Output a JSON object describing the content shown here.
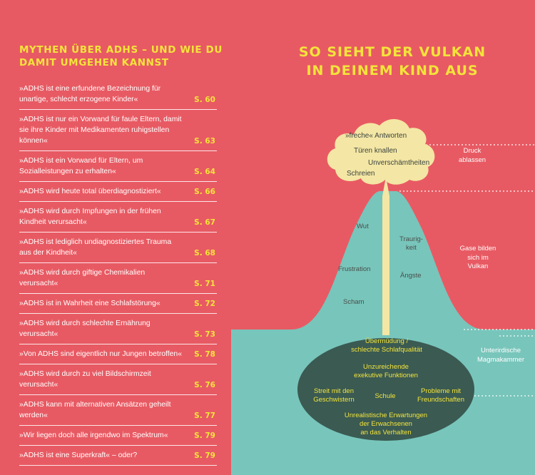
{
  "left": {
    "title_line1": "MYTHEN ÜBER ADHS – UND WIE DU",
    "title_line2": "DAMIT UMGEHEN KANNST",
    "myths": [
      {
        "text": "»ADHS ist eine erfundene Bezeichnung für unartige, schlecht erzogene Kinder«",
        "page": "S. 60"
      },
      {
        "text": "»ADHS ist nur ein Vorwand für faule Eltern, damit sie ihre Kinder mit Medikamenten ruhigstellen können«",
        "page": "S. 63"
      },
      {
        "text": "»ADHS ist ein Vorwand für Eltern, um Sozialleistungen zu erhalten«",
        "page": "S. 64"
      },
      {
        "text": "»ADHS wird heute total überdiagnostiziert«",
        "page": "S. 66"
      },
      {
        "text": "»ADHS wird durch Impfungen in der frühen Kindheit verursacht«",
        "page": "S. 67"
      },
      {
        "text": "»ADHS ist lediglich undiagnostiziertes Trauma aus der Kindheit«",
        "page": "S. 68"
      },
      {
        "text": "»ADHS wird durch giftige Chemikalien verursacht«",
        "page": "S. 71"
      },
      {
        "text": "»ADHS ist in Wahrheit eine Schlafstörung«",
        "page": "S. 72"
      },
      {
        "text": "»ADHS wird durch schlechte Ernährung verursacht«",
        "page": "S. 73"
      },
      {
        "text": "»Von ADHS sind eigentlich nur Jungen betroffen«",
        "page": "S. 78"
      },
      {
        "text": "»ADHS wird durch zu viel Bildschirmzeit verursacht«",
        "page": "S. 76"
      },
      {
        "text": "»ADHS kann mit alternativen Ansätzen geheilt werden«",
        "page": "S. 77"
      },
      {
        "text": "»Wir liegen doch alle irgendwo im Spektrum«",
        "page": "S. 79"
      },
      {
        "text": "»ADHS ist eine Superkraft« – oder?",
        "page": "S. 79"
      }
    ]
  },
  "right": {
    "title_line1": "SO SIEHT DER VULKAN",
    "title_line2": "IN DEINEM KIND AUS",
    "cloud": [
      "»freche« Antworten",
      "Türen knallen",
      "Unverschämtheiten",
      "Schreien"
    ],
    "volcano": {
      "wut": "Wut",
      "traurigkeit_1": "Traurig-",
      "traurigkeit_2": "keit",
      "frustration": "Frustration",
      "aengste": "Ängste",
      "scham": "Scham"
    },
    "chamber": {
      "item1_line1": "Übermüdung /",
      "item1_line2": "schlechte Schlafqualität",
      "item2_line1": "Unzureichende",
      "item2_line2": "exekutive Funktionen",
      "item3_line1": "Streit mit den",
      "item3_line2": "Geschwistern",
      "item4": "Schule",
      "item5_line1": "Probleme mit",
      "item5_line2": "Freundschaften",
      "item6_line1": "Unrealistische Erwartungen",
      "item6_line2": "der Erwachsenen",
      "item6_line3": "an das Verhalten"
    },
    "side": {
      "druck_1": "Druck",
      "druck_2": "ablassen",
      "gase_1": "Gase bilden",
      "gase_2": "sich im",
      "gase_3": "Vulkan",
      "magma_1": "Unterirdische",
      "magma_2": "Magmakammer"
    }
  },
  "colors": {
    "background": "#e85a63",
    "accent_yellow": "#f3e43a",
    "volcano_teal": "#78c5bb",
    "chamber_dark": "#3a5a52",
    "cloud": "#f4e6a4"
  }
}
